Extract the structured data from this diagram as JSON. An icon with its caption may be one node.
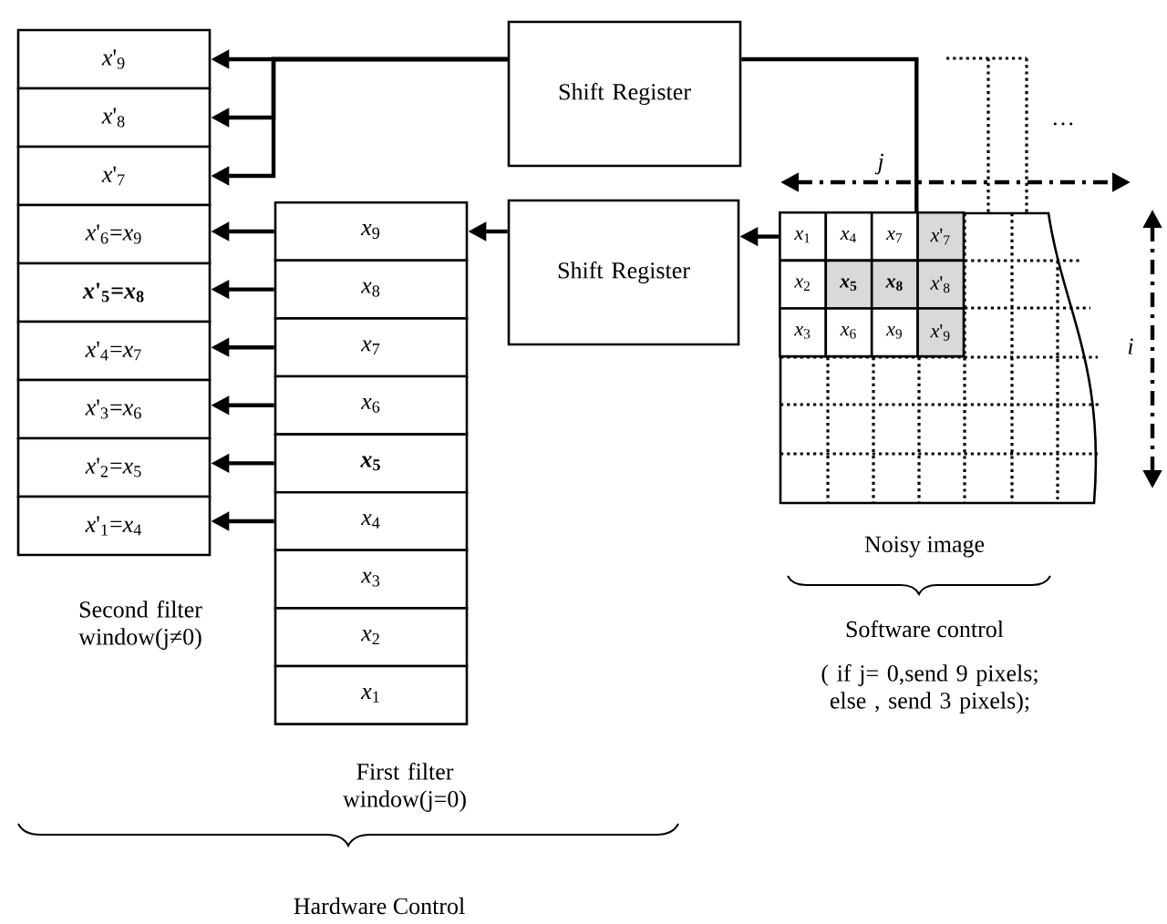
{
  "diagram": {
    "nodes": [
      {
        "text": [
          "*x*'$_{9}$"
        ]
      },
      {
        "text": [
          "*x*'$_{8}$"
        ]
      },
      {
        "text": [
          "*x*'$_{7}$"
        ]
      },
      {
        "text": [
          "*x*'$_{6}$=*x*$_{9}$"
        ]
      },
      {
        "text": [
          "*x*'$_{5}$=*x*$_{8}$"
        ]
      },
      {
        "text": [
          "*x*'$_{4}$=*x*$_{7}$"
        ]
      },
      {
        "text": [
          "*x*'$_{3}$=*x*$_{6}$"
        ]
      },
      {
        "text": [
          "*x*'$_{2}$=*x*$_{5}$"
        ]
      },
      {
        "text": [
          "*x*'$_{1}$=*x*$_{4}$"
        ]
      },
      {
        "text": [
          "Shift Register"
        ]
      },
      {
        "text": [
          "Shift Register"
        ]
      },
      {
        "text": [
          "*x*$_{9}$"
        ]
      },
      {
        "text": [
          "*x*$_{8}$"
        ]
      },
      {
        "text": [
          "*x*$_{7}$"
        ]
      },
      {
        "text": [
          "*x*$_{6}$"
        ]
      },
      {
        "text": [
          "*x*$_{5}$"
        ]
      },
      {
        "text": [
          "*x*$_{4}$"
        ]
      },
      {
        "text": [
          "*x*$_{3}$"
        ]
      },
      {
        "text": [
          "*x*$_{2}$"
        ]
      },
      {
        "text": [
          "*x*$_{1}$"
        ]
      },
      {
        "text": [],
        "shape": "box",
        "beside": [
          "Noisy image"
        ]
      },
      {
        "text": [
          "*x*$_{1}$"
        ],
        "in": 20
      },
      {
        "text": [
          "*x*$_{4}$"
        ],
        "in": 20
      },
      {
        "text": [
          "*x*$_{7}$"
        ],
        "in": 20
      },
      {
        "text": [
          "*x*'$_{7}$"
        ],
        "in": 20
      },
      {
        "text": [
          "*x*$_{2}$"
        ],
        "in": 20
      },
      {
        "text": [
          "*x*$_{5}$"
        ],
        "in": 20
      },
      {
        "text": [
          "*x*$_{8}$"
        ],
        "in": 20
      },
      {
        "text": [
          "*x*'$_{8}$"
        ],
        "in": 20
      },
      {
        "text": [
          "*x*$_{3}$"
        ],
        "in": 20
      },
      {
        "text": [
          "*x*$_{6}$"
        ],
        "in": 20
      },
      {
        "text": [
          "*x*$_{9}$"
        ],
        "in": 20
      },
      {
        "text": [
          "*x*'$_{9}$"
        ],
        "in": 20
      }
    ],
    "edges": [
      {
        "from": 9,
        "to": 0,
        "arrow": "to"
      },
      {
        "from": 9,
        "to": 1,
        "arrow": "to"
      },
      {
        "from": 9,
        "to": 2,
        "arrow": "to"
      },
      {
        "from": 24,
        "to": 9,
        "arrow": "none"
      },
      {
        "from": 21,
        "to": 10,
        "arrow": "to"
      },
      {
        "from": 10,
        "to": 11,
        "arrow": "to"
      },
      {
        "from": 11,
        "to": 3,
        "arrow": "to"
      },
      {
        "from": 12,
        "to": 4,
        "arrow": "to"
      },
      {
        "from": 13,
        "to": 5,
        "arrow": "to"
      },
      {
        "from": 14,
        "to": 6,
        "arrow": "to"
      },
      {
        "from": 15,
        "to": 7,
        "arrow": "to"
      },
      {
        "from": 16,
        "to": 8,
        "arrow": "to"
      }
    ],
    "labels": [
      "…",
      "j",
      "i",
      "Second filter window(j≠0)",
      "First filter window(j=0)",
      "Software control",
      "( if j= 0,send 9 pixels; else , send 3 pixels);",
      "Hardware Control"
    ]
  }
}
